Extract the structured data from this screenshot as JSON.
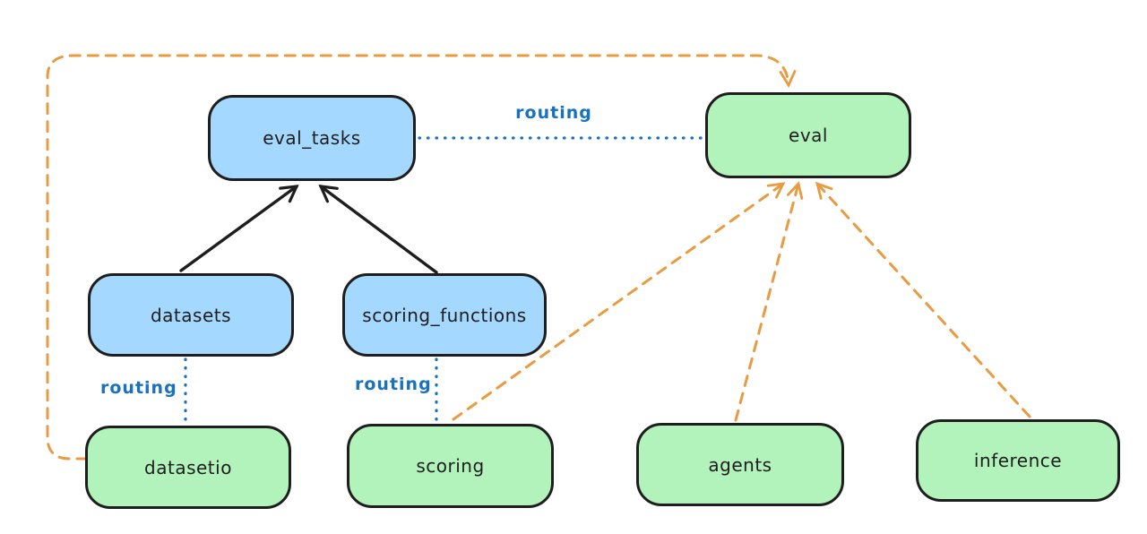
{
  "nodes": [
    {
      "id": "eval_tasks",
      "label": "eval_tasks",
      "kind": "registry"
    },
    {
      "id": "eval",
      "label": "eval",
      "kind": "api"
    },
    {
      "id": "datasets",
      "label": "datasets",
      "kind": "registry"
    },
    {
      "id": "scoring_functions",
      "label": "scoring_functions",
      "kind": "registry"
    },
    {
      "id": "datasetio",
      "label": "datasetio",
      "kind": "api"
    },
    {
      "id": "scoring",
      "label": "scoring",
      "kind": "api"
    },
    {
      "id": "agents",
      "label": "agents",
      "kind": "api"
    },
    {
      "id": "inference",
      "label": "inference",
      "kind": "api"
    }
  ],
  "routing_labels": [
    "routing",
    "routing",
    "routing"
  ],
  "edges": [
    {
      "from": "datasets",
      "to": "eval_tasks",
      "style": "solid-black-arrow"
    },
    {
      "from": "scoring_functions",
      "to": "eval_tasks",
      "style": "solid-black-arrow"
    },
    {
      "from": "eval_tasks",
      "to": "eval",
      "style": "dotted-blue",
      "label": "routing"
    },
    {
      "from": "datasets",
      "to": "datasetio",
      "style": "dotted-blue",
      "label": "routing"
    },
    {
      "from": "scoring_functions",
      "to": "scoring",
      "style": "dotted-blue",
      "label": "routing"
    },
    {
      "from": "datasetio",
      "to": "eval",
      "style": "dashed-orange-arrow"
    },
    {
      "from": "scoring",
      "to": "eval",
      "style": "dashed-orange-arrow"
    },
    {
      "from": "agents",
      "to": "eval",
      "style": "dashed-orange-arrow"
    },
    {
      "from": "inference",
      "to": "eval",
      "style": "dashed-orange-arrow"
    }
  ],
  "colors": {
    "registry_fill": "#a5d8ff",
    "api_fill": "#b2f2bb",
    "node_stroke": "#1e1e1e",
    "routing_blue": "#1971c2",
    "dependency_orange": "#e89b41",
    "background": "#ffffff"
  }
}
